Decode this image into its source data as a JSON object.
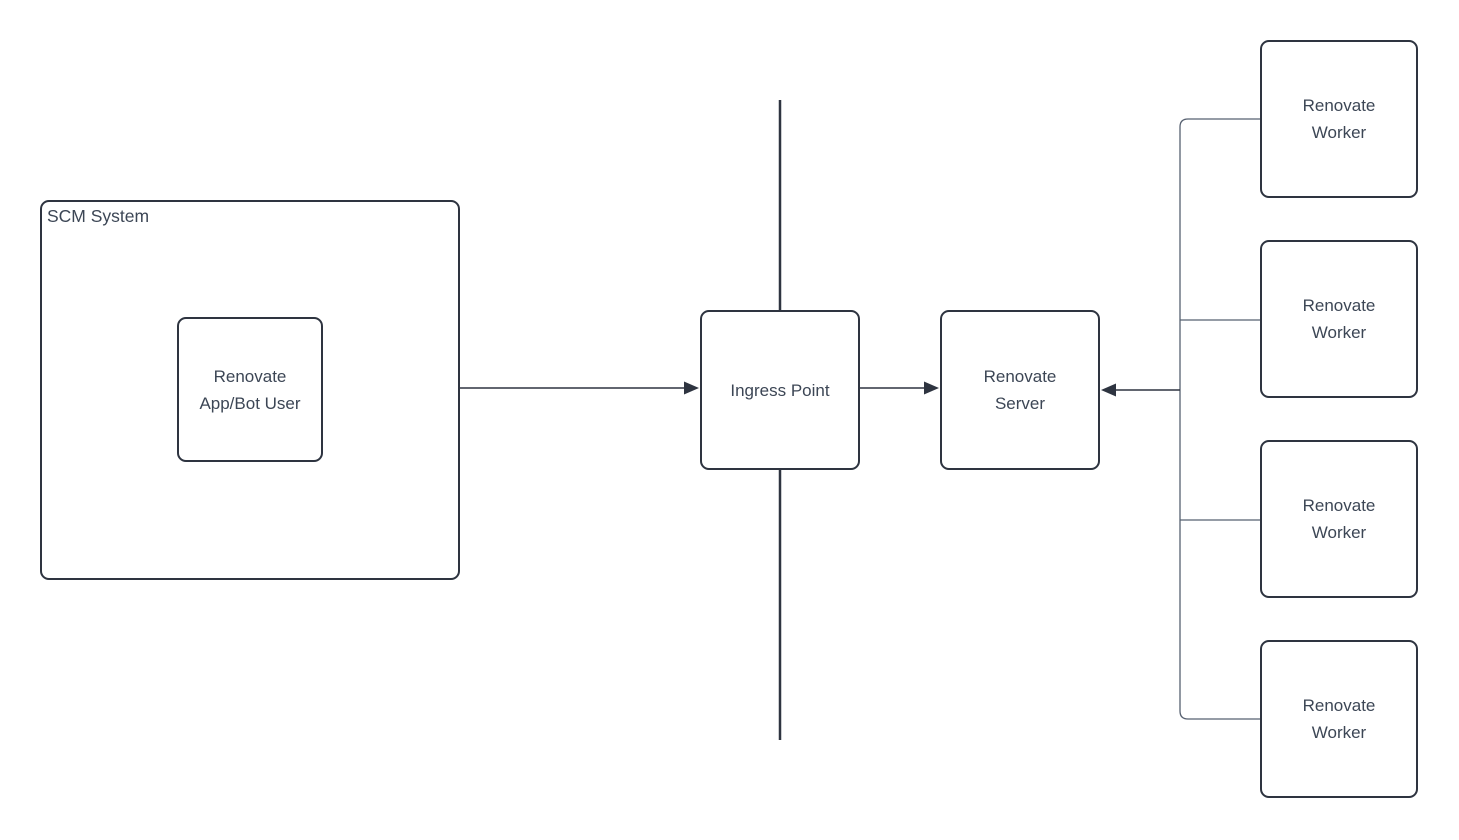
{
  "diagram": {
    "colors": {
      "background": "#ffffff",
      "stroke": "#2e3440",
      "text": "#3c4655",
      "connector": "#566070"
    },
    "nodes": {
      "scm_system": {
        "label": "SCM System"
      },
      "app_bot_user": {
        "label": "Renovate\nApp/Bot User"
      },
      "ingress_point": {
        "label": "Ingress Point"
      },
      "renovate_server": {
        "label": "Renovate\nServer"
      },
      "workers": [
        {
          "label": "Renovate\nWorker"
        },
        {
          "label": "Renovate\nWorker"
        },
        {
          "label": "Renovate\nWorker"
        },
        {
          "label": "Renovate\nWorker"
        }
      ]
    },
    "edges": [
      {
        "from": "scm_system",
        "to": "ingress_point",
        "type": "arrow"
      },
      {
        "from": "ingress_point",
        "to": "renovate_server",
        "type": "arrow"
      },
      {
        "from": "workers",
        "to": "renovate_server",
        "type": "arrow"
      }
    ]
  }
}
